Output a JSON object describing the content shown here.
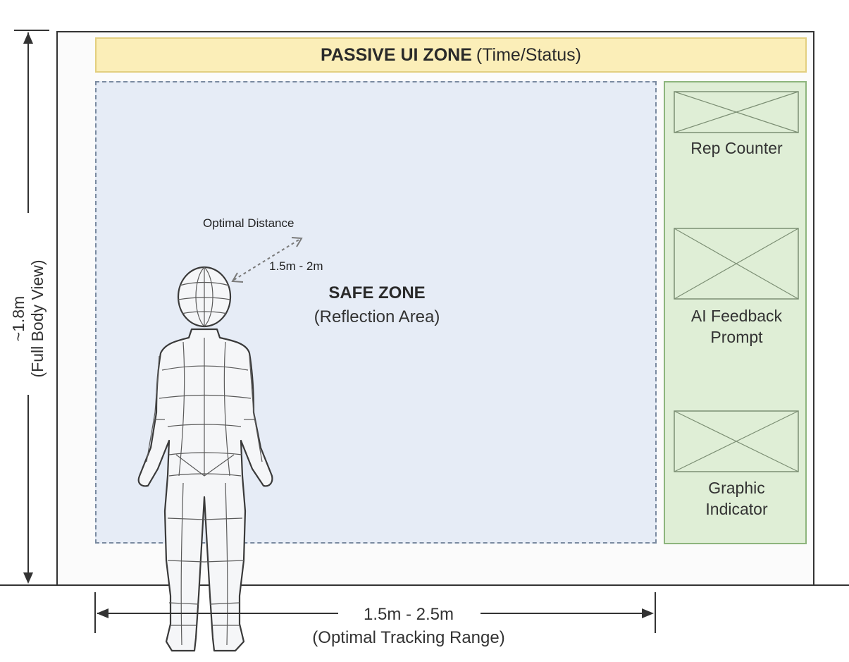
{
  "passive_zone": {
    "title": "PASSIVE UI ZONE",
    "subtitle": "(Time/Status)"
  },
  "safe_zone": {
    "title": "SAFE ZONE",
    "subtitle": "(Reflection Area)"
  },
  "optimal_distance": {
    "label": "Optimal Distance",
    "value": "1.5m - 2m"
  },
  "sidebar": {
    "widgets": [
      {
        "label_line1": "Rep Counter",
        "label_line2": ""
      },
      {
        "label_line1": "AI Feedback",
        "label_line2": "Prompt"
      },
      {
        "label_line1": "Graphic",
        "label_line2": "Indicator"
      }
    ]
  },
  "dimensions": {
    "height_value": "~1.8m",
    "height_note": "(Full Body View)",
    "width_value": "1.5m - 2.5m",
    "width_note": "(Optimal Tracking Range)"
  },
  "colors": {
    "passive_fill": "#fbeeb8",
    "safe_fill": "#e6ecf6",
    "sidebar_fill": "#dfeed6"
  },
  "icons": [
    "human-figure-icon",
    "image-placeholder-icon",
    "double-arrow-icon"
  ]
}
